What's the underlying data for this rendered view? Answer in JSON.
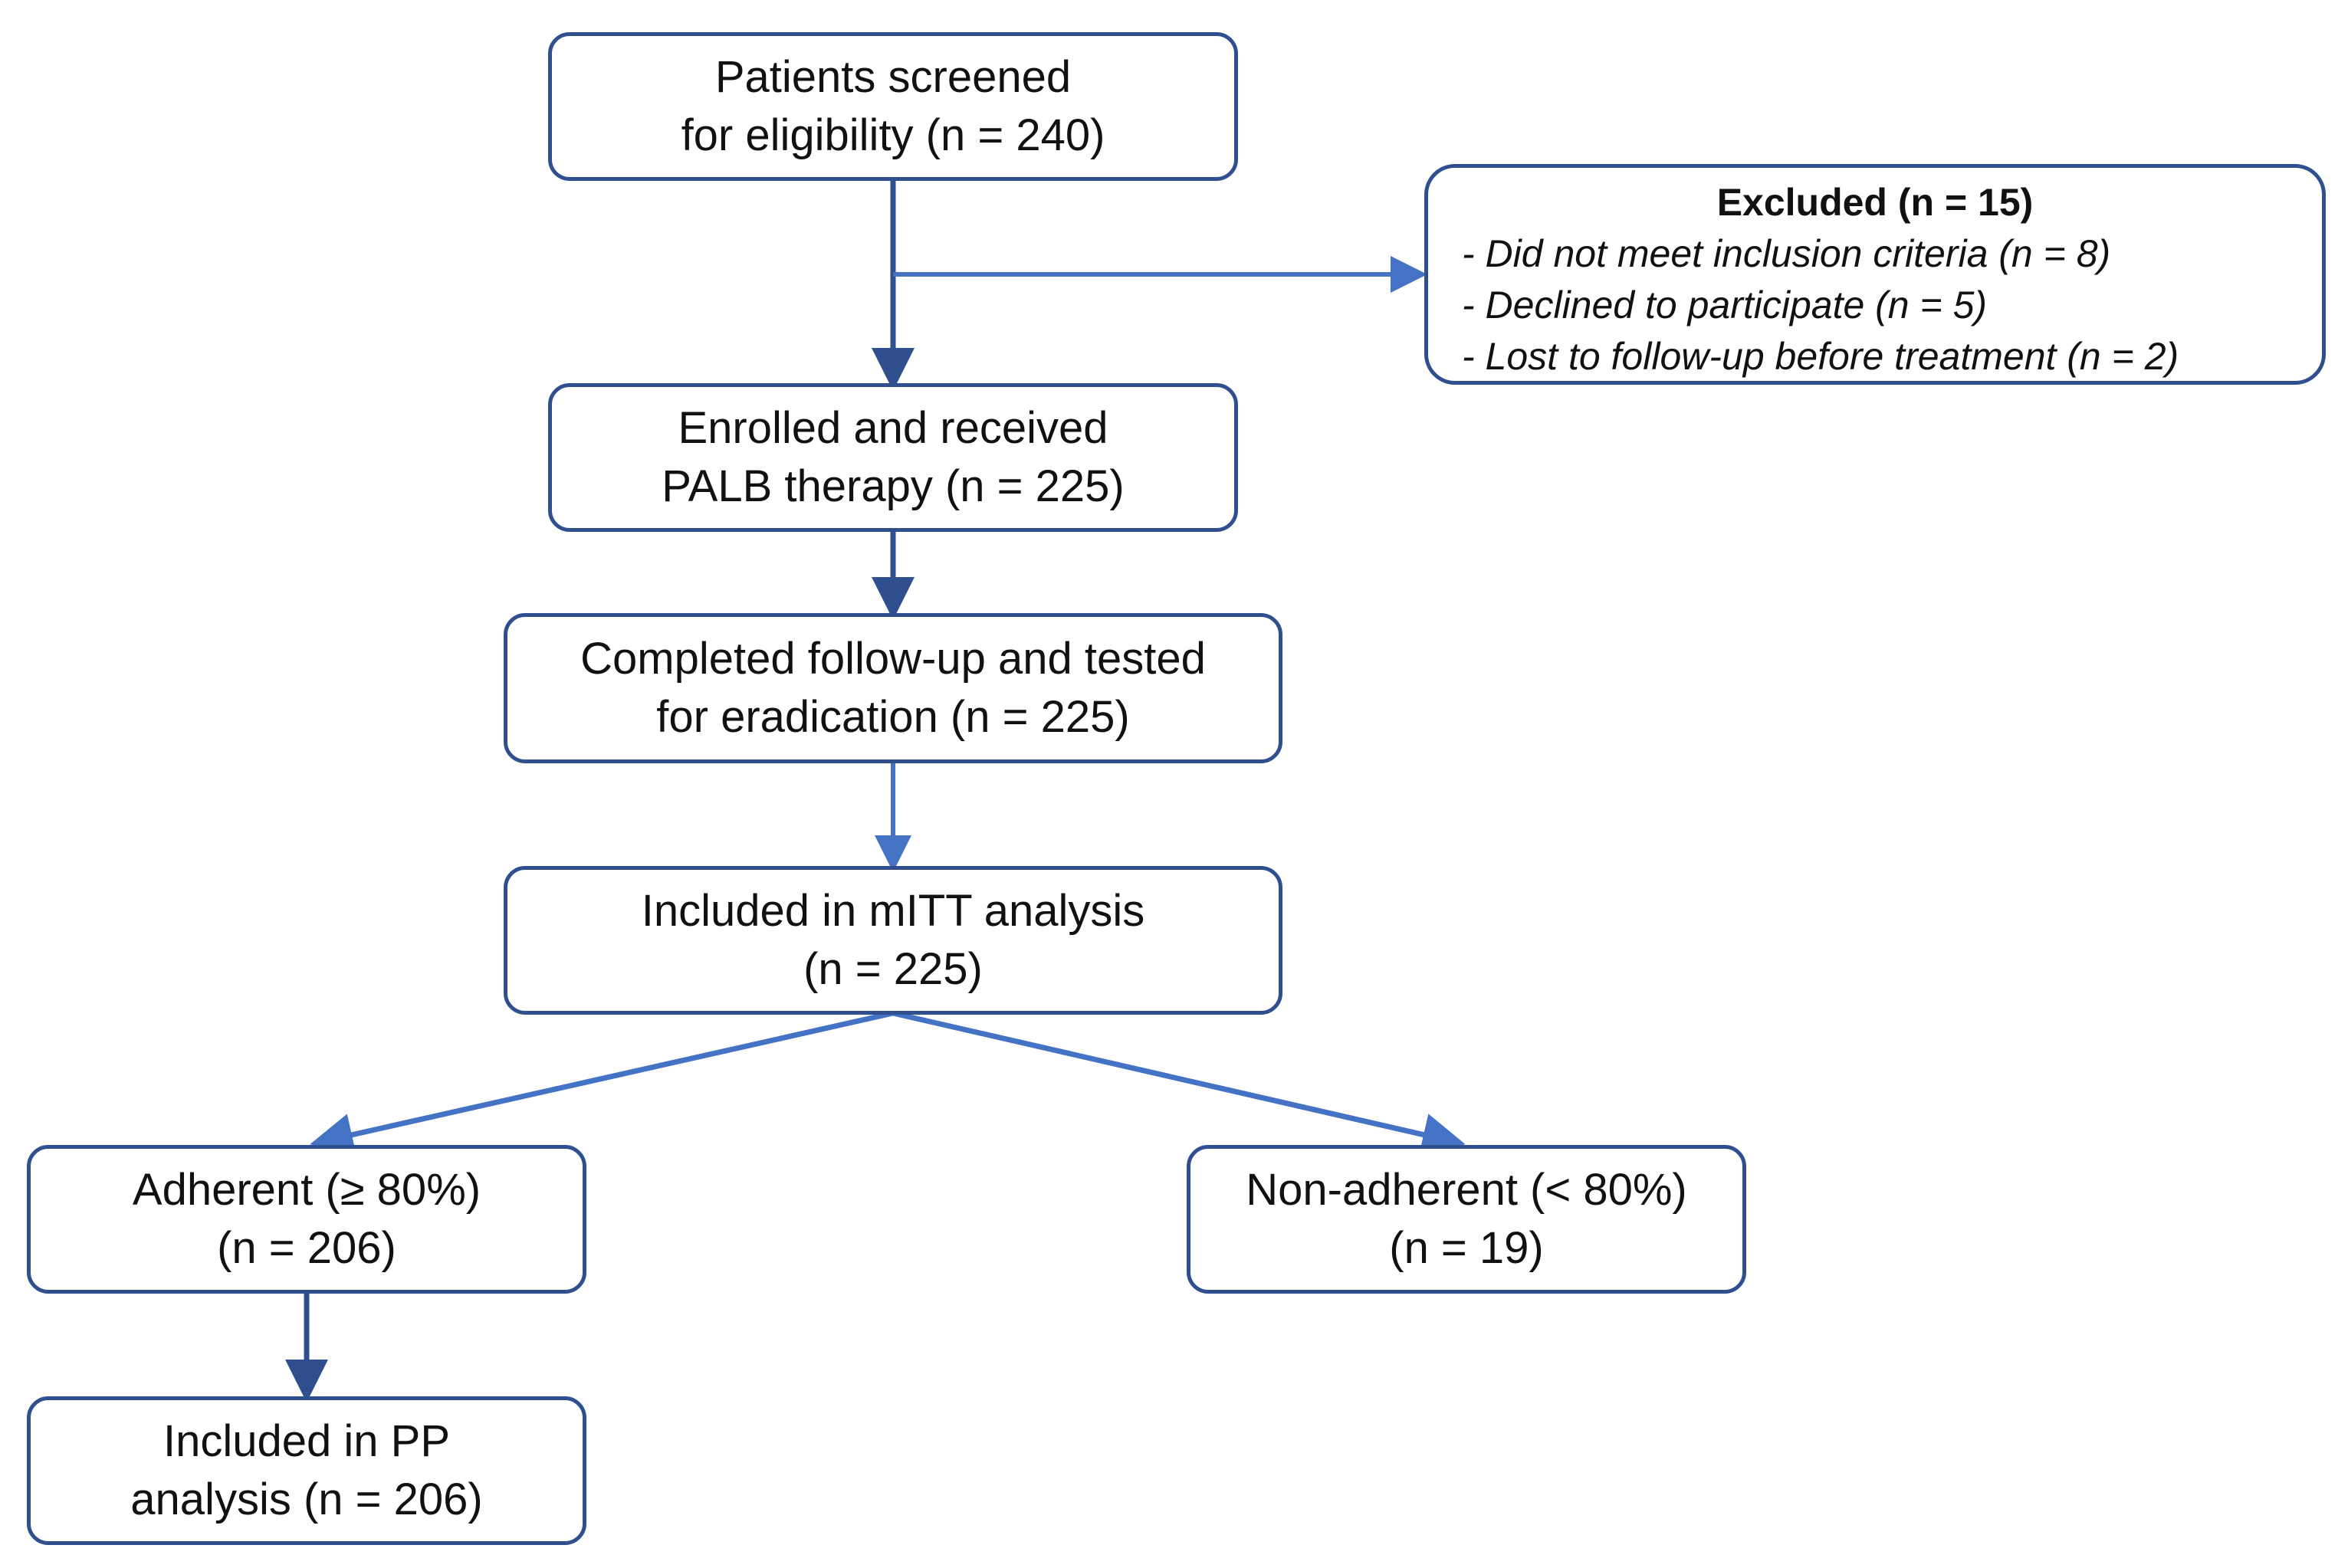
{
  "boxes": {
    "screened": {
      "line1": "Patients screened",
      "line2": "for eligibility (n = 240)"
    },
    "excluded": {
      "title": "Excluded (n = 15)",
      "items": [
        "- Did not meet inclusion criteria (n = 8)",
        "- Declined to participate (n = 5)",
        "- Lost to follow-up before treatment (n = 2)"
      ]
    },
    "enrolled": {
      "line1": "Enrolled and received",
      "line2": "PALB therapy (n = 225)"
    },
    "followup": {
      "line1": "Completed follow-up and tested",
      "line2": "for eradication (n = 225)"
    },
    "mitt": {
      "line1": "Included in mITT analysis",
      "line2": "(n = 225)"
    },
    "adherent": {
      "line1": "Adherent (≥ 80%)",
      "line2": "(n = 206)"
    },
    "nonadherent": {
      "line1": "Non-adherent (< 80%)",
      "line2": "(n = 19)"
    },
    "pp": {
      "line1": "Included in PP",
      "line2": "analysis (n = 206)"
    }
  },
  "colors": {
    "box_border": "#2f4f8f",
    "dark_arrow": "#2f4f8f",
    "light_arrow": "#4472c4",
    "text": "#111111"
  }
}
